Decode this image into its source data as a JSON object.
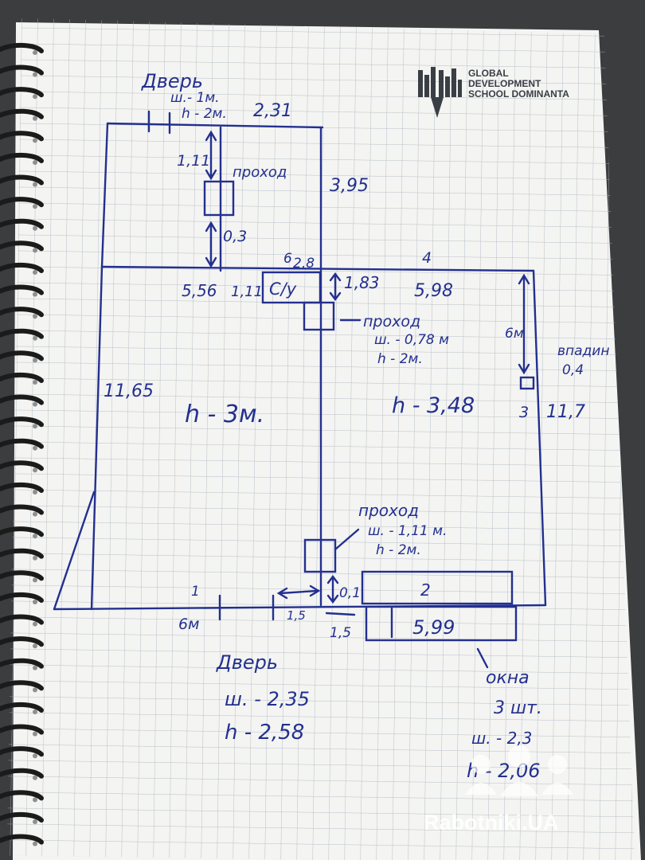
{
  "logo": {
    "line1": "GLOBAL",
    "line2": "DEVELOPMENT",
    "line3": "SCHOOL DOMINANTA"
  },
  "watermark": "Rabotniki.UA",
  "colors": {
    "ink": "#23308f",
    "paper": "#f4f4f2",
    "grid": "#a9b3bd",
    "background": "#3b3d3f"
  },
  "labels": {
    "door_top": "Дверь",
    "door_top_w": "ш.- 1м.",
    "door_top_h": "h - 2м.",
    "top_width": "2,31",
    "d_111_top": "1,11",
    "pass_top": "проход",
    "d_395": "3,95",
    "d_03": "0,3",
    "d_28": "2,8",
    "d_6": "6",
    "d_4": "4",
    "d_556": "5,56",
    "d_111_mid": "1,11",
    "wc": "С/у",
    "d_183": "1,83",
    "d_598": "5,98",
    "pass_mid": "проход",
    "pass_mid_w": "ш. - 0,78 м",
    "pass_mid_h": "h - 2м.",
    "d_6m": "6м",
    "recess": "впадин",
    "recess_val": "0,4",
    "d_1165": "11,65",
    "h_left": "h - 3м.",
    "h_right": "h - 3,48",
    "d_3": "3",
    "d_117": "11,7",
    "pass_low": "проход",
    "pass_low_w": "ш. - 1,11 м.",
    "pass_low_h": "h - 2м.",
    "d_1": "1",
    "d_01": "0,1",
    "d_2": "2",
    "d_6m_bottom": "6м",
    "d_15a": "1,5",
    "d_15b": "1,5",
    "d_599": "5,99",
    "door_bottom": "Дверь",
    "door_bottom_w": "ш. - 2,35",
    "door_bottom_h": "h - 2,58",
    "windows": "окна",
    "windows_count": "3 шт.",
    "windows_w": "ш. - 2,3",
    "windows_h": "h - 2,06"
  }
}
